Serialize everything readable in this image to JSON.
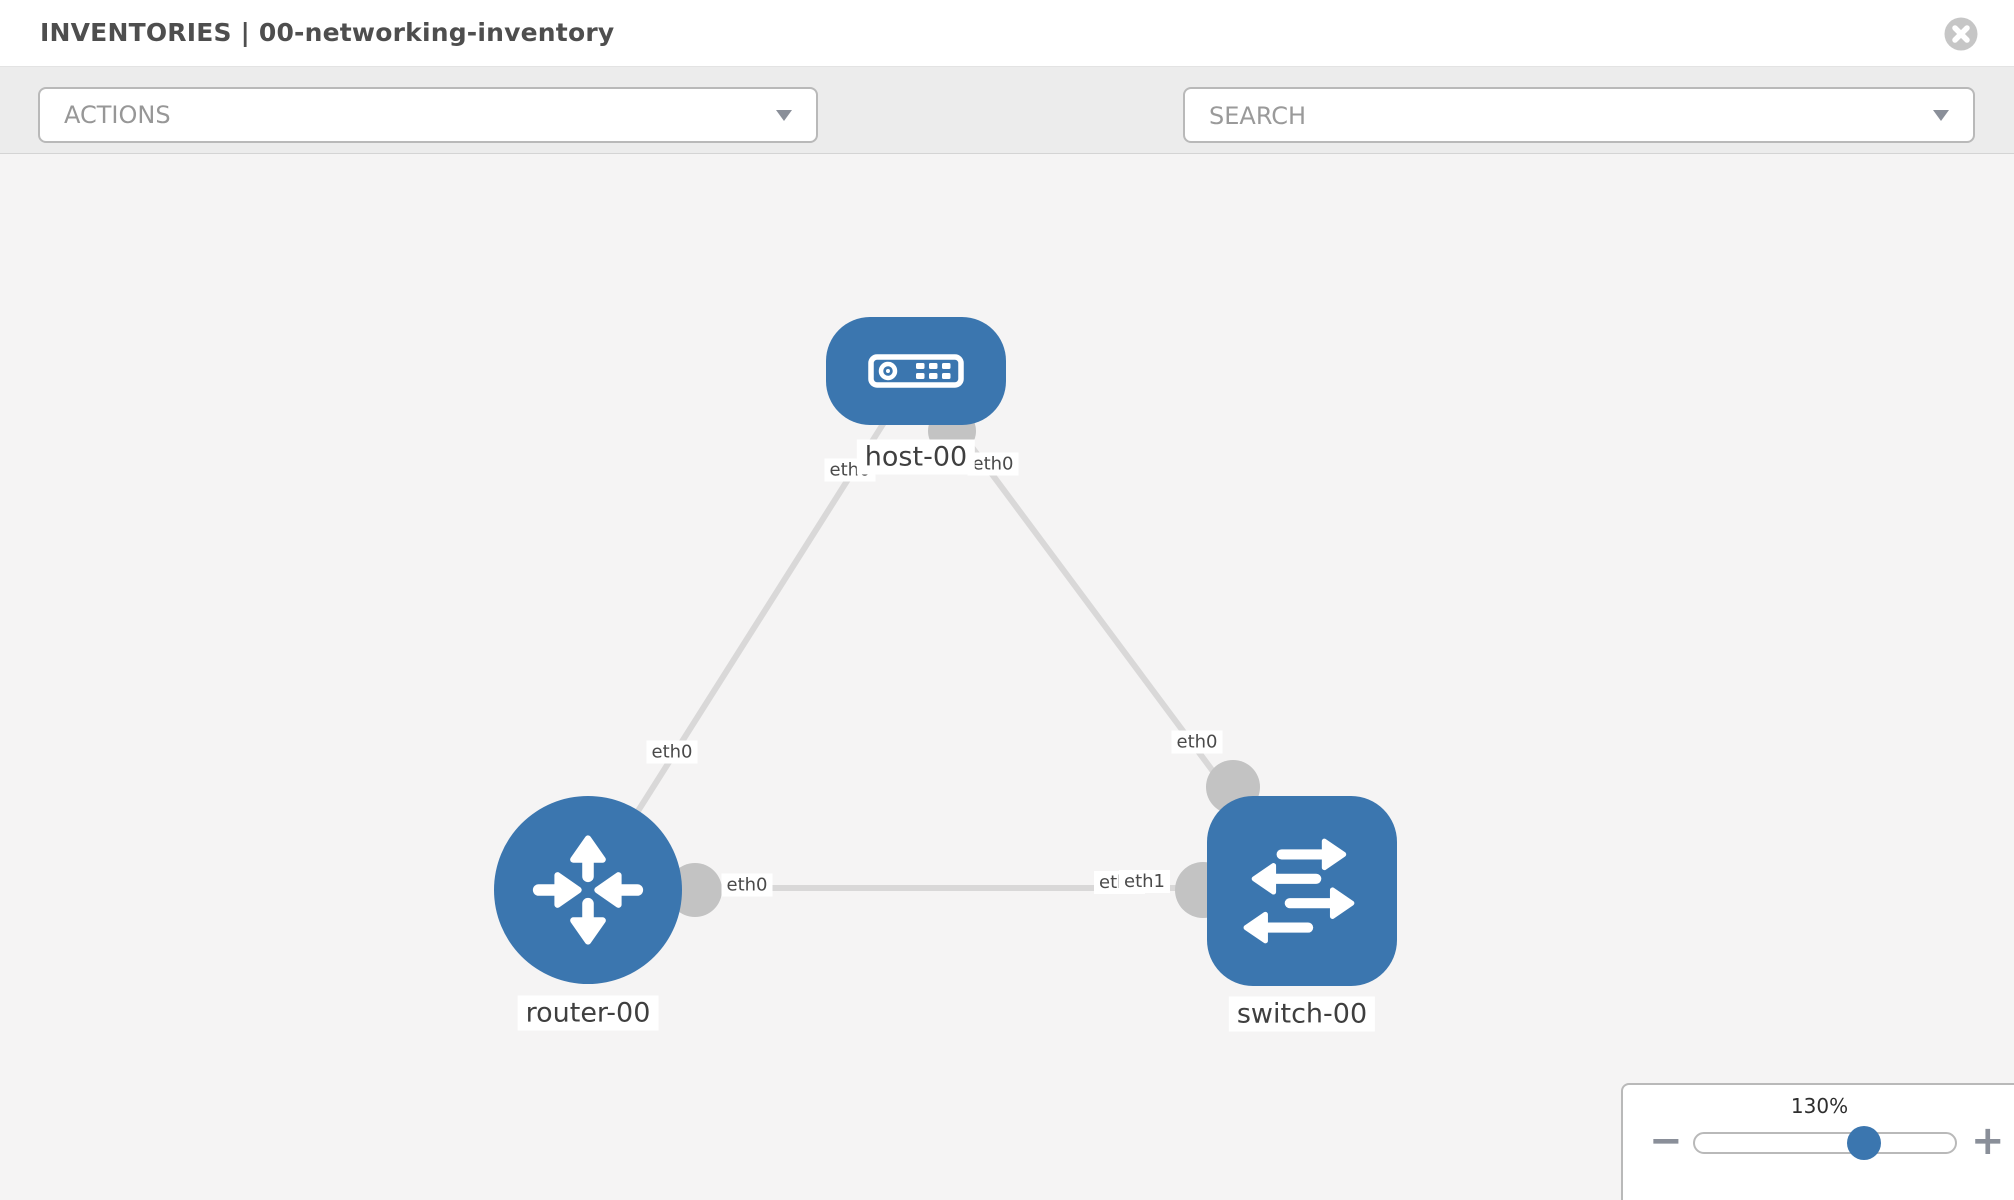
{
  "header": {
    "title": "INVENTORIES | 00-networking-inventory",
    "close_icon": "x-circle-icon"
  },
  "toolbar": {
    "actions": {
      "label": "ACTIONS",
      "chevron_icon": "chevron-down-icon"
    },
    "wrench_icon": "wrench-icon",
    "key_icon": "key-icon",
    "search": {
      "placeholder": "SEARCH",
      "chevron_icon": "chevron-down-icon"
    }
  },
  "topology": {
    "nodes": [
      {
        "label": "host-00",
        "type": "host",
        "icon": "host-device-icon"
      },
      {
        "label": "router-00",
        "type": "router",
        "icon": "router-arrows-icon"
      },
      {
        "label": "switch-00",
        "type": "switch",
        "icon": "switch-arrows-icon"
      }
    ],
    "links": [
      {
        "from": "host-00",
        "to": "router-00"
      },
      {
        "from": "host-00",
        "to": "switch-00"
      },
      {
        "from": "router-00",
        "to": "switch-00"
      }
    ],
    "interface_labels": {
      "host_left": "eth0",
      "host_right": "eth0",
      "host_router_mid": "eth0",
      "host_switch_mid": "eth0",
      "router_right": "eth0",
      "switch_link_under": "eth0",
      "switch_link_over": "eth1"
    }
  },
  "zoom_control": {
    "value": "130%",
    "minus_label": "−",
    "plus_label": "+"
  },
  "colors": {
    "node_blue": "#3b76af",
    "link_gray": "#d9d8d8",
    "interface_gray": "#c3c3c3",
    "toolbar_gray": "#ececec"
  }
}
